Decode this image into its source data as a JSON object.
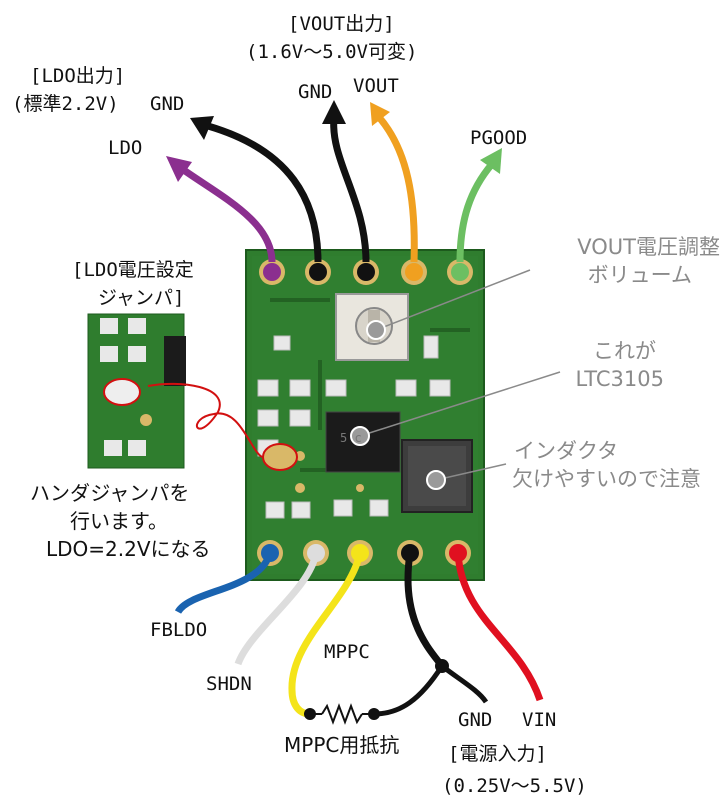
{
  "labels": {
    "ldo_output_title": "[LDO出力]",
    "ldo_output_note": "(標準2.2V)",
    "gnd_top_left": "GND",
    "vout_output_title": "[VOUT出力]",
    "vout_output_range": "(1.6V～5.0V可変)",
    "gnd_top_mid": "GND",
    "vout": "VOUT",
    "ldo": "LDO",
    "pgood": "PGOOD",
    "jumper_title_1": "[LDO電圧設定",
    "jumper_title_2": "ジャンパ]",
    "jumper_note_1": "ハンダジャンパを",
    "jumper_note_2": "行います。",
    "jumper_note_3": "LDO=2.2Vになる",
    "vout_pot_1": "VOUT電圧調整",
    "vout_pot_2": "ボリューム",
    "ic_1": "これが",
    "ic_2": "LTC3105",
    "inductor_1": "インダクタ",
    "inductor_2": "欠けやすいので注意",
    "fbldo": "FBLDO",
    "shdn": "SHDN",
    "mppc": "MPPC",
    "mppc_resistor": "MPPC用抵抗",
    "gnd_bottom": "GND",
    "vin": "VIN",
    "power_input": "[電源入力]",
    "power_range": "(0.25V～5.5V)",
    "ic_marking": "5 c"
  },
  "colors": {
    "pcb": "#2f7d2e",
    "pcb_dark": "#236223",
    "pad_gold": "#d9b868",
    "purple_wire": "#8b2f8f",
    "black_wire": "#111111",
    "orange_wire": "#f0a020",
    "green_wire": "#6cbf62",
    "blue_wire": "#1a63b0",
    "white_wire": "#dddddd",
    "yellow_wire": "#f4e41a",
    "red_wire": "#e01020",
    "red_marker": "#d21010",
    "callout_gray": "#8a8a8a"
  },
  "icons": [
    "arrow-head",
    "resistor-symbol",
    "junction-dot"
  ]
}
